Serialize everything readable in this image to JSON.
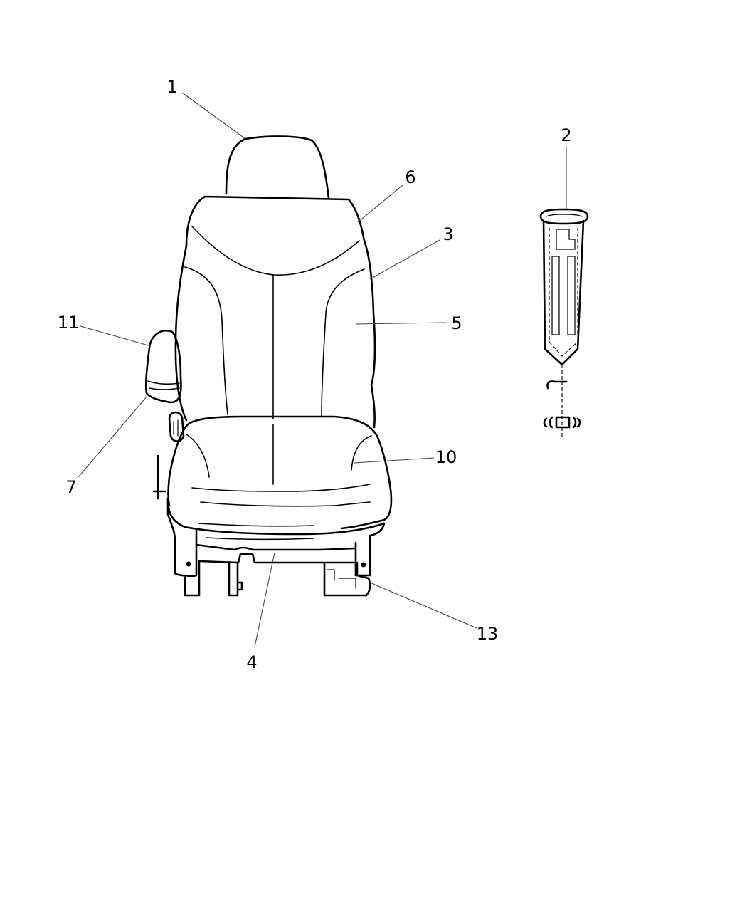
{
  "callouts": [
    {
      "id": "1",
      "label": "1"
    },
    {
      "id": "2",
      "label": "2"
    },
    {
      "id": "3",
      "label": "3"
    },
    {
      "id": "4",
      "label": "4"
    },
    {
      "id": "5",
      "label": "5"
    },
    {
      "id": "6",
      "label": "6"
    },
    {
      "id": "7",
      "label": "7"
    },
    {
      "id": "10",
      "label": "10"
    },
    {
      "id": "11",
      "label": "11"
    },
    {
      "id": "13",
      "label": "13"
    }
  ]
}
